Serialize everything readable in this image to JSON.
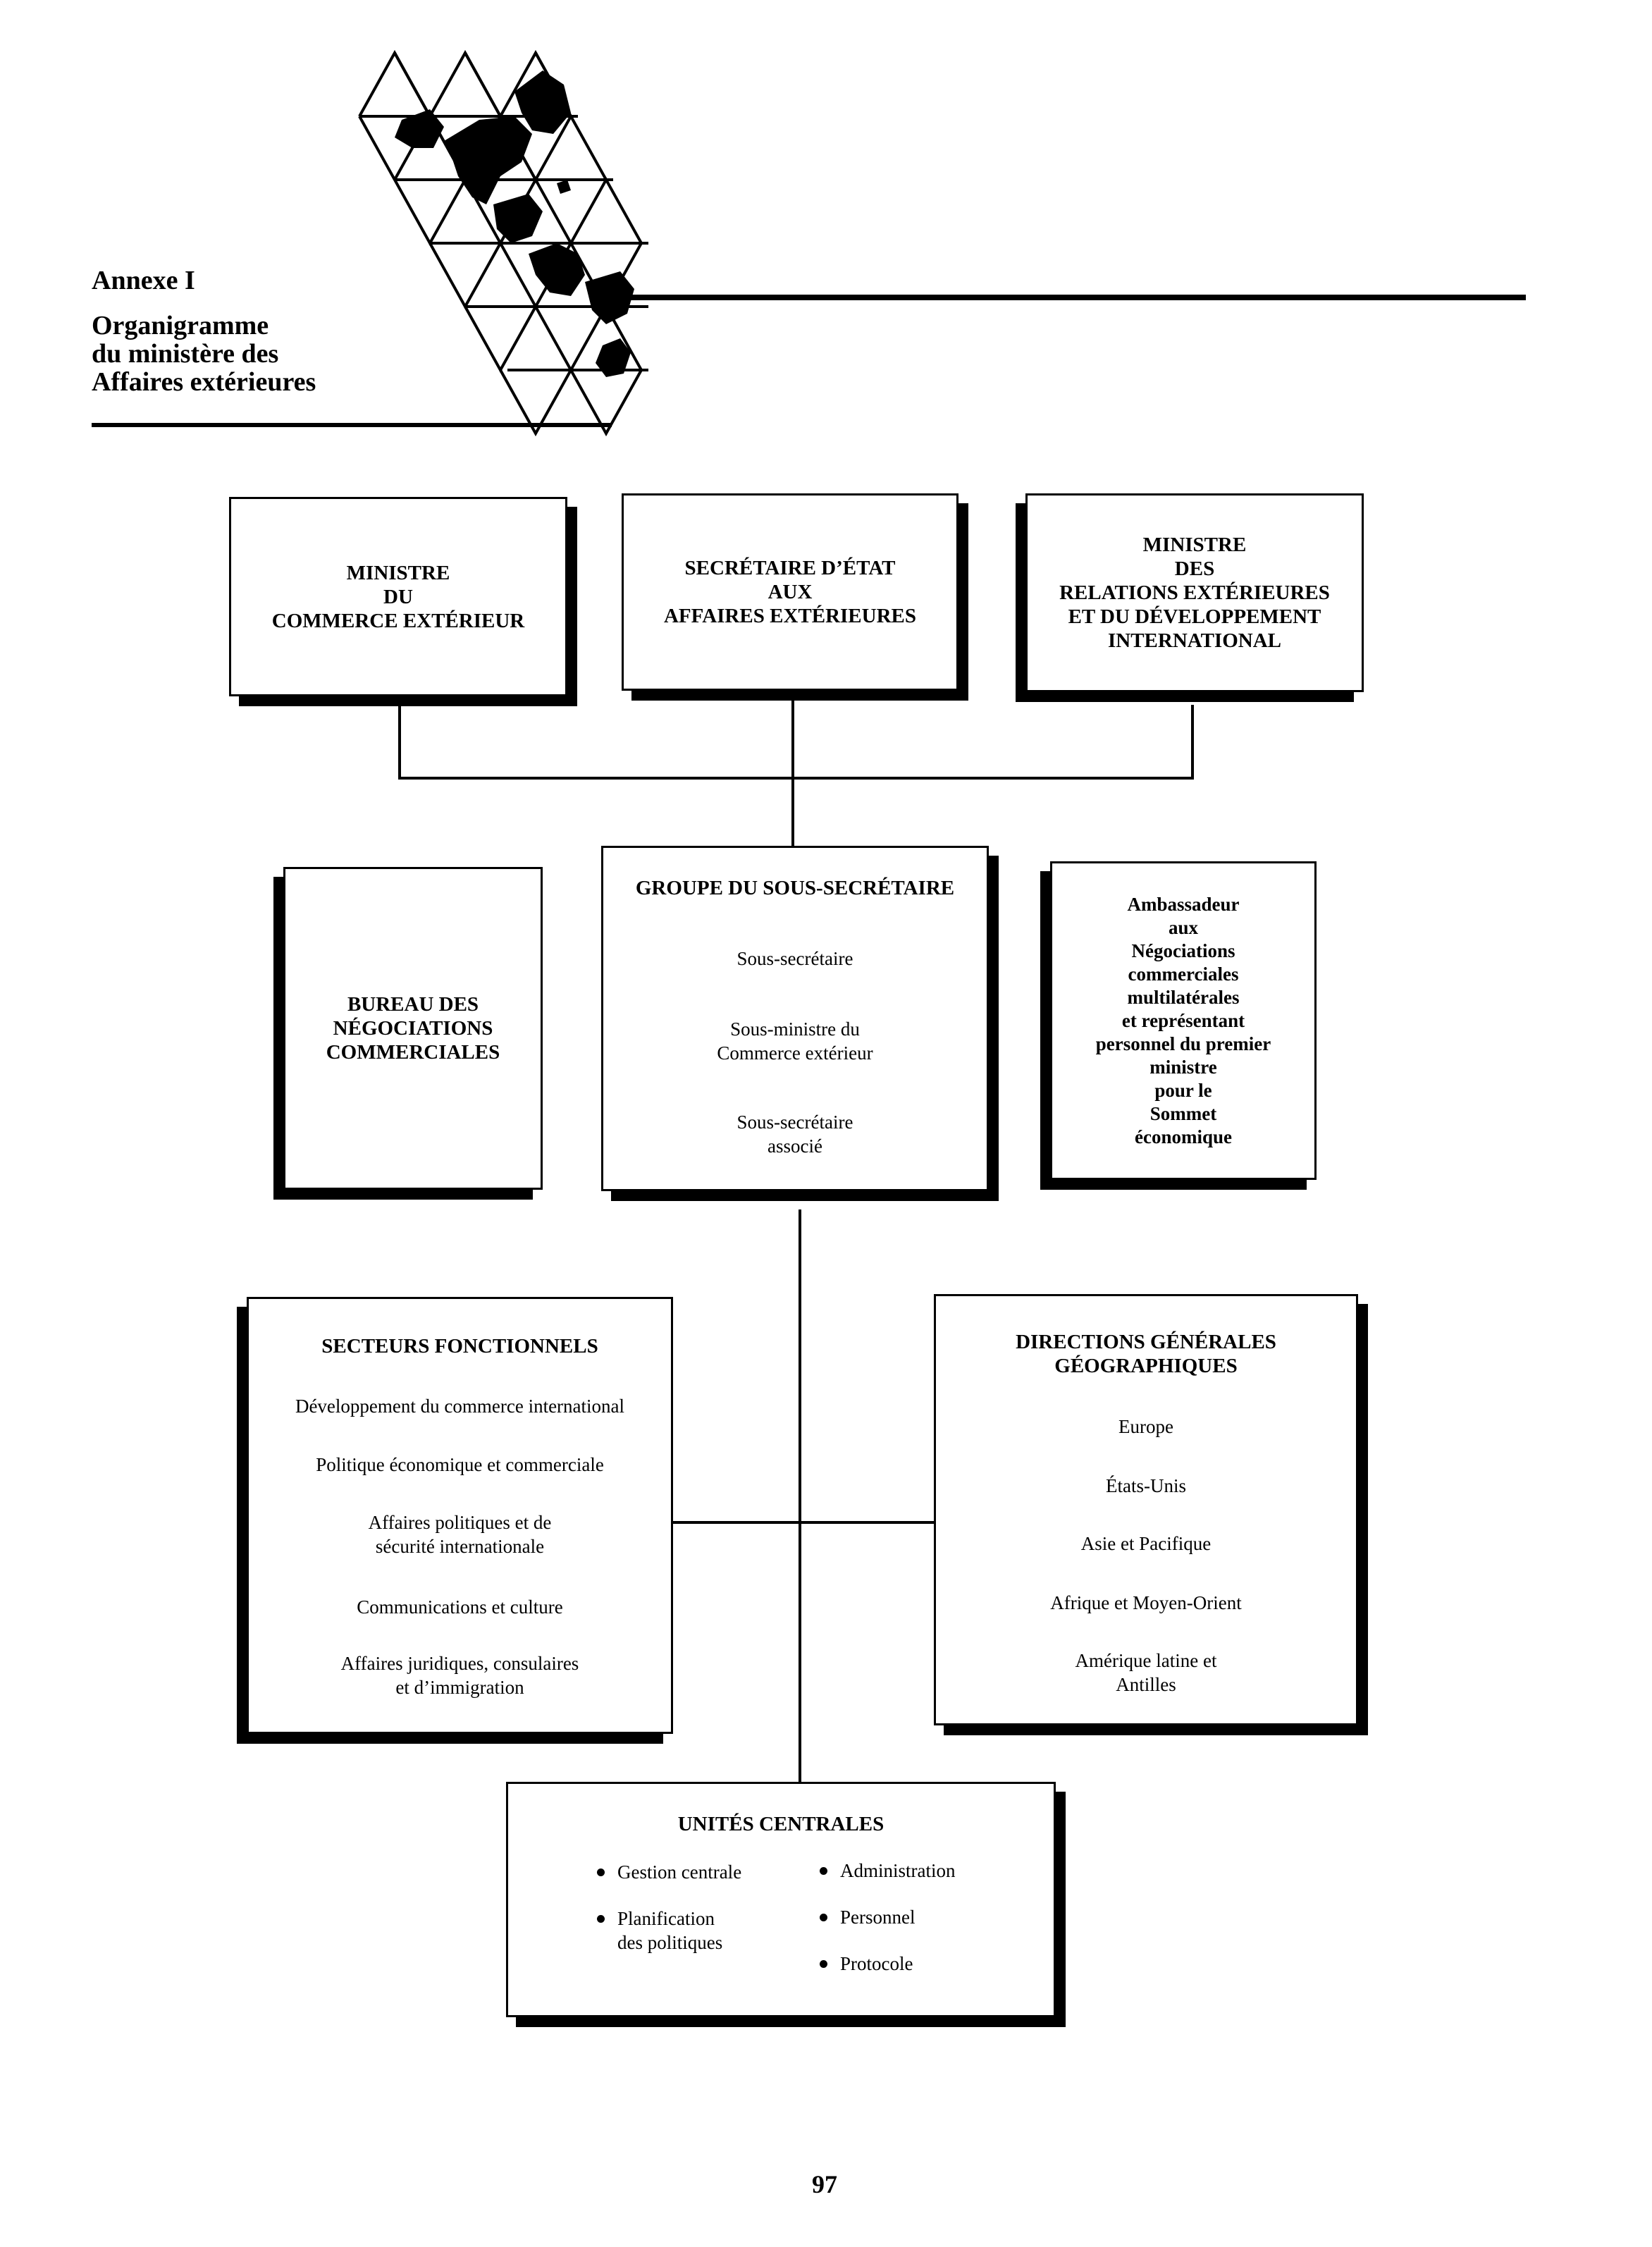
{
  "header": {
    "annexe": "Annexe I",
    "title_lines": [
      "Organigramme",
      "du ministère des",
      "Affaires extérieures"
    ]
  },
  "ministers": [
    {
      "lines": [
        "MINISTRE",
        "DU",
        "COMMERCE EXTÉRIEUR"
      ]
    },
    {
      "lines": [
        "SECRÉTAIRE D’ÉTAT",
        "AUX",
        "AFFAIRES EXTÉRIEURES"
      ]
    },
    {
      "lines": [
        "MINISTRE",
        "DES",
        "RELATIONS EXTÉRIEURES",
        "ET DU DÉVELOPPEMENT",
        "INTERNATIONAL"
      ]
    }
  ],
  "bureau": {
    "lines": [
      "BUREAU DES",
      "NÉGOCIATIONS",
      "COMMERCIALES"
    ]
  },
  "groupe": {
    "title": "GROUPE DU SOUS-SECRÉTAIRE",
    "items": [
      [
        "Sous-secrétaire"
      ],
      [
        "Sous-ministre du",
        "Commerce extérieur"
      ],
      [
        "Sous-secrétaire",
        "associé"
      ]
    ]
  },
  "ambassadeur": {
    "lines": [
      "Ambassadeur",
      "aux",
      "Négociations",
      "commerciales",
      "multilatérales",
      "et représentant",
      "personnel du premier",
      "ministre",
      "pour le",
      "Sommet",
      "économique"
    ]
  },
  "secteurs": {
    "title": "SECTEURS FONCTIONNELS",
    "items": [
      [
        "Développement du commerce international"
      ],
      [
        "Politique économique et commerciale"
      ],
      [
        "Affaires politiques et de",
        "sécurité internationale"
      ],
      [
        "Communications et culture"
      ],
      [
        "Affaires juridiques, consulaires",
        "et d’immigration"
      ]
    ]
  },
  "directions": {
    "title_lines": [
      "DIRECTIONS GÉNÉRALES",
      "GÉOGRAPHIQUES"
    ],
    "items": [
      [
        "Europe"
      ],
      [
        "États-Unis"
      ],
      [
        "Asie et Pacifique"
      ],
      [
        "Afrique et Moyen-Orient"
      ],
      [
        "Amérique latine et",
        "Antilles"
      ]
    ]
  },
  "unites": {
    "title": "UNITÉS CENTRALES",
    "left": [
      [
        "Gestion centrale"
      ],
      [
        "Planification",
        "des politiques"
      ]
    ],
    "right": [
      [
        "Administration"
      ],
      [
        "Personnel"
      ],
      [
        "Protocole"
      ]
    ]
  },
  "page_number": "97"
}
